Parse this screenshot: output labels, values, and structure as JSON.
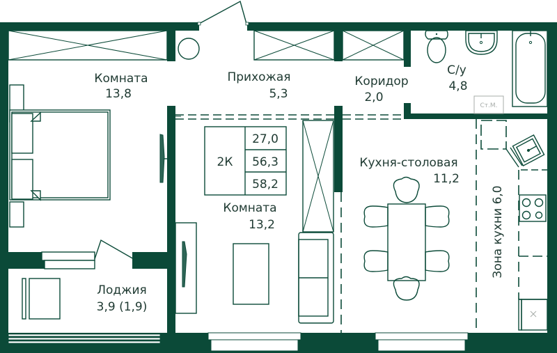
{
  "plan": {
    "colors": {
      "wall": "#0b4a38",
      "text": "#1f3a32",
      "muted": "#a7aca9",
      "background": "#ffffff"
    },
    "rooms": [
      {
        "id": "room-1",
        "name": "Комната",
        "area": "13,8"
      },
      {
        "id": "hallway",
        "name": "Прихожая",
        "area": "5,3"
      },
      {
        "id": "corridor",
        "name": "Коридор",
        "area": "2,0"
      },
      {
        "id": "bathroom",
        "name": "С/у",
        "area": "4,8"
      },
      {
        "id": "room-2",
        "name": "Комната",
        "area": "13,2"
      },
      {
        "id": "kitchen-dining",
        "name": "Кухня-столовая",
        "area": "11,2"
      },
      {
        "id": "kitchen-zone",
        "name": "Зона кухни",
        "area": "6,0",
        "label": "Зона кухни 6,0"
      },
      {
        "id": "loggia",
        "name": "Лоджия",
        "area": "3,9 (1,9)"
      }
    ],
    "summary": {
      "type": "2К",
      "living_area": "27,0",
      "total_area": "56,3",
      "total_with_loggia": "58,2"
    },
    "fixtures": {
      "washing_machine": "Ст.М."
    }
  }
}
